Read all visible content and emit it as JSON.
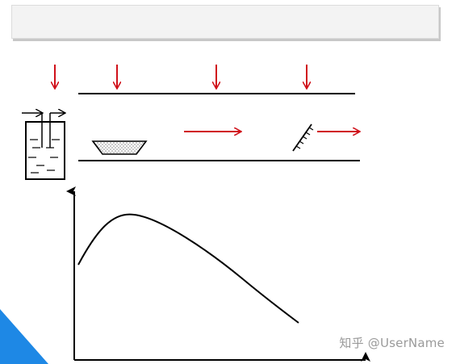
{
  "title_box": {
    "text": ""
  },
  "watermark": {
    "text": "知乎 @UserName"
  },
  "colors": {
    "arrow_red": "#d0101a",
    "line_black": "#000000",
    "corner_blue": "#1e88e5",
    "sediment_gray": "#bdbdbd"
  },
  "icons": {
    "input_arrows": "down-arrow-icon",
    "flow_arrows": "right-arrow-icon",
    "settling_tank": "tank-icon",
    "boat": "boat-icon",
    "screen": "screen-icon"
  },
  "graph": {
    "type": "line",
    "xlabel": "",
    "ylabel": "",
    "grid": false,
    "curve_shape": "rise-then-decline"
  }
}
